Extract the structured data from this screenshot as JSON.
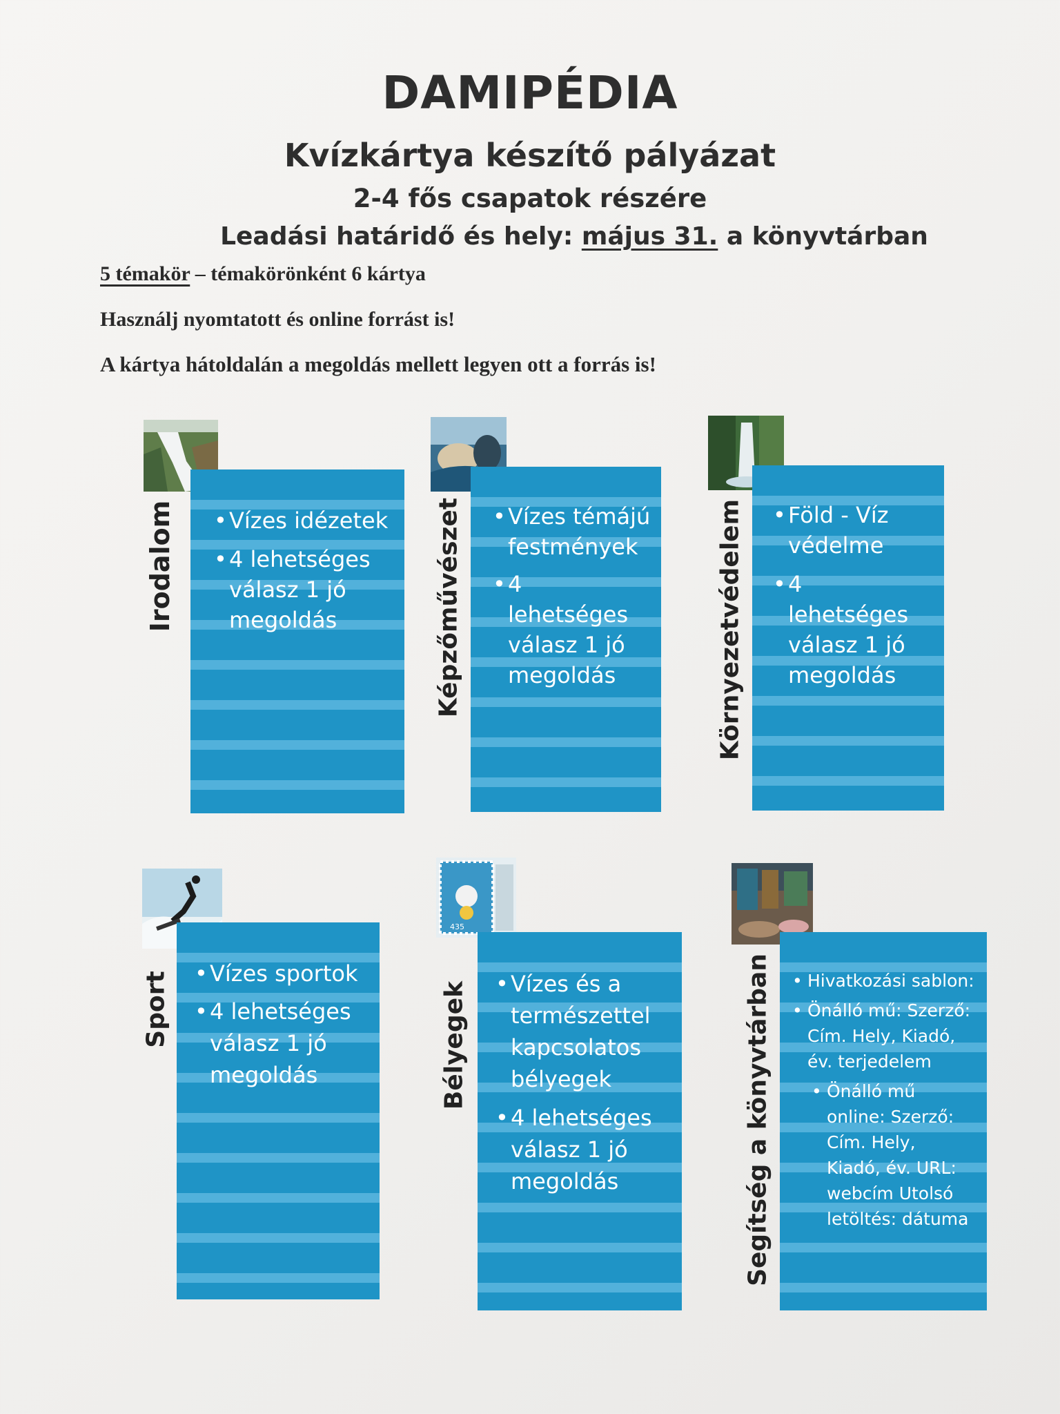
{
  "header": {
    "title": "DAMIPÉDIA",
    "subtitle": "Kvízkártya készítő pályázat",
    "teams": "2-4 fős csapatok részére",
    "deadline_prefix": "Leadási határidő és hely:",
    "deadline_date": "május 31.",
    "deadline_place": "a könyvtárban"
  },
  "info": {
    "topics_underlined": "5 témakör",
    "topics_rest": " – témakörönként 6 kártya",
    "sources": "Használj nyomtatott és online forrást is!",
    "back_side": "A kártya hátoldalán a megoldás mellett legyen ott a forrás is!"
  },
  "cards": [
    {
      "label": "Irodalom",
      "items": [
        "Vízes idézetek",
        "4 lehetséges válasz 1 jó megoldás"
      ]
    },
    {
      "label": "Képzőművészet",
      "items": [
        "Vízes témájú festmények",
        "4 lehetséges válasz 1 jó megoldás"
      ]
    },
    {
      "label": "Környezetvédelem",
      "items": [
        "Föld - Víz védelme",
        "4 lehetséges válasz 1 jó megoldás"
      ]
    },
    {
      "label": "Sport",
      "items": [
        "Vízes sportok",
        "4 lehetséges válasz 1 jó megoldás"
      ]
    },
    {
      "label": "Bélyegek",
      "items": [
        "Vízes és a természettel kapcsolatos bélyegek",
        "4 lehetséges válasz 1 jó megoldás"
      ]
    },
    {
      "label": "Segítség a könyvtárban",
      "items": [
        "Hivatkozási sablon:",
        "Önálló mű: Szerző: Cím. Hely, Kiadó, év. terjedelem",
        "Önálló mű online: Szerző: Cím. Hely, Kiadó, év. URL: webcím Utolsó letöltés: dátuma"
      ]
    }
  ],
  "stamp": {
    "value": "435"
  }
}
